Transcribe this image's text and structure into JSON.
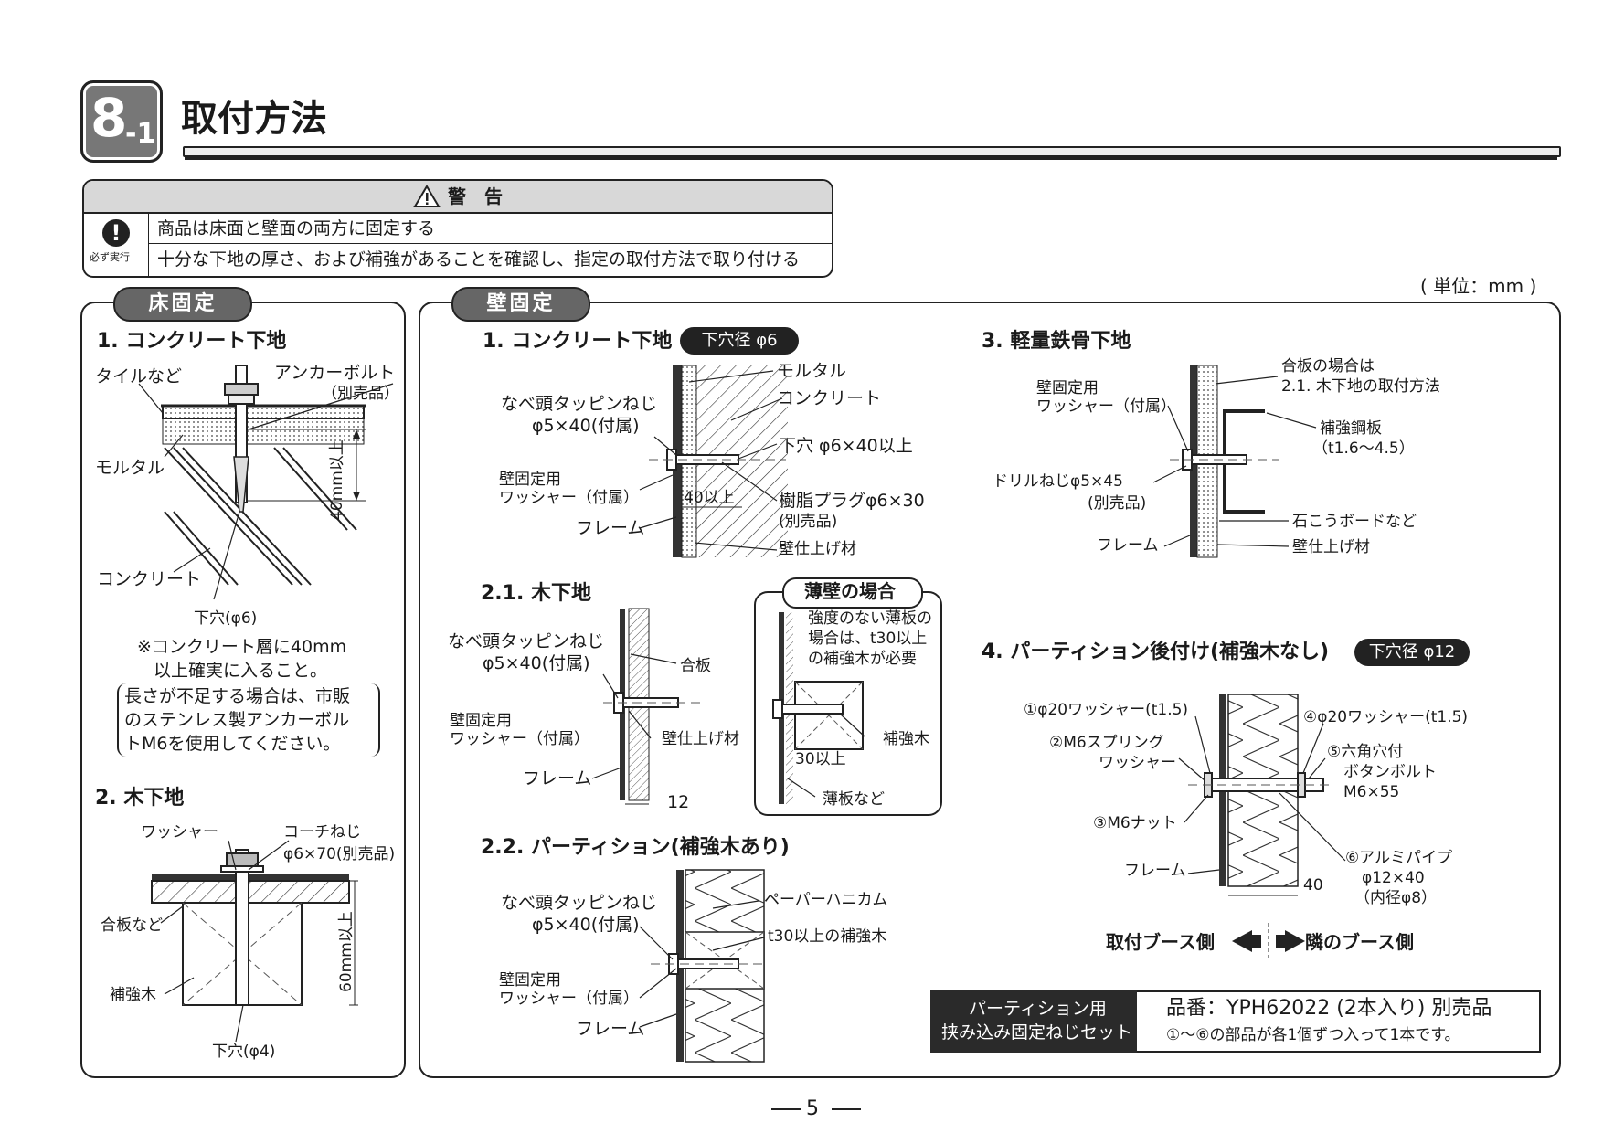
{
  "section": {
    "number": "8",
    "sub": "-1",
    "title": "取付方法"
  },
  "warning": {
    "header": "警　告",
    "badge_label": "必ず実行",
    "lines": [
      "商品は床面と壁面の両方に固定する",
      "十分な下地の厚さ、および補強があることを確認し、指定の取付方法で取り付ける"
    ]
  },
  "unit": "( 単位：mm )",
  "floor": {
    "label": "床固定",
    "concrete": {
      "heading": "1. コンクリート下地",
      "labels": {
        "tile": "タイルなど",
        "anchor": "アンカーボルト",
        "anchor_note": "（別売品）",
        "mortar": "モルタル",
        "concrete": "コンクリート",
        "hole": "下穴(φ6)",
        "depth": "40mm以上"
      },
      "note1": "※コンクリート層に40mm",
      "note2": "以上確実に入ること。",
      "box": [
        "長さが不足する場合は、市販",
        "のステンレス製アンカーボル",
        "トM6を使用してください。"
      ]
    },
    "wood": {
      "heading": "2. 木下地",
      "labels": {
        "washer": "ワッシャー",
        "coach": "コーチねじ",
        "coach_spec": "φ6×70(別売品)",
        "plywood": "合板など",
        "reinforce": "補強木",
        "hole": "下穴(φ4)",
        "depth": "60mm以上"
      }
    }
  },
  "wall": {
    "label": "壁固定",
    "concrete": {
      "heading": "1. コンクリート下地",
      "tag": "下穴径 φ6",
      "labels": {
        "mortar": "モルタル",
        "concrete": "コンクリート",
        "screw": "なべ頭タッピンねじ",
        "screw_spec": "φ5×40(付属)",
        "hole": "下穴 φ6×40以上",
        "washer1": "壁固定用",
        "washer2": "ワッシャー（付属）",
        "dim": "40以上",
        "plug": "樹脂プラグφ6×30",
        "plug_note": "(別売品)",
        "frame": "フレーム",
        "finish": "壁仕上げ材"
      }
    },
    "wood": {
      "heading": "2.1. 木下地",
      "labels": {
        "screw": "なべ頭タッピンねじ",
        "screw_spec": "φ5×40(付属)",
        "plywood": "合板",
        "washer1": "壁固定用",
        "washer2": "ワッシャー（付属）",
        "finish": "壁仕上げ材",
        "frame": "フレーム",
        "dim": "12"
      }
    },
    "thin": {
      "title": "薄壁の場合",
      "note": [
        "強度のない薄板の",
        "場合は、t30以上",
        "の補強木が必要"
      ],
      "reinforce": "補強木",
      "dim": "30以上",
      "board": "薄板など"
    },
    "partition": {
      "heading": "2.2. パーティション(補強木あり)",
      "labels": {
        "screw": "なべ頭タッピンねじ",
        "screw_spec": "φ5×40(付属)",
        "honeycomb": "ペーパーハニカム",
        "reinforce": "t30以上の補強木",
        "washer1": "壁固定用",
        "washer2": "ワッシャー（付属）",
        "frame": "フレーム"
      }
    },
    "steel": {
      "heading": "3. 軽量鉄骨下地",
      "labels": {
        "ply1": "合板の場合は",
        "ply2": "2.1. 木下地の取付方法",
        "washer1": "壁固定用",
        "washer2": "ワッシャー（付属）",
        "plate": "補強鋼板",
        "plate_spec": "（t1.6〜4.5）",
        "drill": "ドリルねじφ5×45",
        "drill_note": "(別売品)",
        "gypsum": "石こうボードなど",
        "frame": "フレーム",
        "finish": "壁仕上げ材"
      }
    },
    "partition2": {
      "heading": "4. パーティション後付け(補強木なし)",
      "tag": "下穴径 φ12",
      "labels": {
        "p1": "①φ20ワッシャー(t1.5)",
        "p2a": "②M6スプリング",
        "p2b": "ワッシャー",
        "p3": "③M6ナット",
        "p4": "④φ20ワッシャー(t1.5)",
        "p5a": "⑤六角穴付",
        "p5b": "ボタンボルト",
        "p5c": "M6×55",
        "p6a": "⑥アルミパイプ",
        "p6b": "φ12×40",
        "p6c": "（内径φ8）",
        "frame": "フレーム",
        "dim": "40"
      },
      "left_side": "取付ブース側",
      "right_side": "隣のブース側"
    },
    "kit": {
      "label1": "パーティション用",
      "label2": "挟み込み固定ねじセット",
      "part": "品番：YPH62022 (2本入り) 別売品",
      "desc": "①〜⑥の部品が各1個ずつ入って1本です。"
    }
  },
  "page_number": "5"
}
